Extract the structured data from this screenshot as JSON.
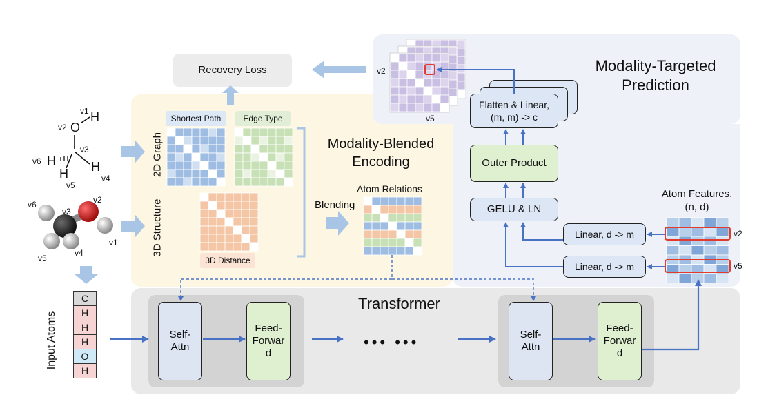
{
  "recovery_loss": "Recovery Loss",
  "modality_targeted": {
    "line1": "Modality-Targeted",
    "line2": "Prediction"
  },
  "modality_blended": {
    "line1": "Modality-Blended",
    "line2": "Encoding"
  },
  "graph2d_label": "2D Graph",
  "struct3d_label": "3D Structure",
  "shortest_path": "Shortest Path",
  "edge_type": "Edge Type",
  "distance3d": "3D Distance",
  "blending": "Blending",
  "atom_relations": "Atom Relations",
  "flatten_linear": {
    "line1": "Flatten & Linear,",
    "line2": "(m, m) -> c"
  },
  "outer_product": "Outer Product",
  "gelu_ln": "GELU & LN",
  "linear_1": "Linear, d -> m",
  "linear_2": "Linear, d -> m",
  "atom_features": {
    "line1": "Atom Features,",
    "line2": "(n, d)"
  },
  "transformer": "Transformer",
  "self_attn": {
    "line1": "Self-",
    "line2": "Attn"
  },
  "feed_forward": {
    "line1": "Feed-",
    "line2": "Forwar",
    "line3": "d"
  },
  "ellipsis": "•••  •••",
  "input_atoms_label": "Input Atoms",
  "input_atoms": [
    "C",
    "H",
    "H",
    "H",
    "O",
    "H"
  ],
  "atom_colors": {
    "C": "#d9d9d9",
    "H": "#f6d4d4",
    "O": "#cfe9f6"
  },
  "vertex_labels": {
    "v1": "v1",
    "v2": "v2",
    "v3": "v3",
    "v4": "v4",
    "v5": "v5",
    "v6": "v6"
  },
  "mol_atoms": {
    "O": "O",
    "H": "H"
  },
  "colors": {
    "arrow": "#4a72c4",
    "light_arrow": "#a9c5e6",
    "yellow_panel": "#fcf6e3",
    "blue_panel": "#eef2f9",
    "gray_panel": "#e9e9e9",
    "blue_grid": "#9fbde3",
    "green_grid": "#c8e0b6",
    "orange_grid": "#f4c6a6",
    "highlight": "#e23b2e"
  }
}
